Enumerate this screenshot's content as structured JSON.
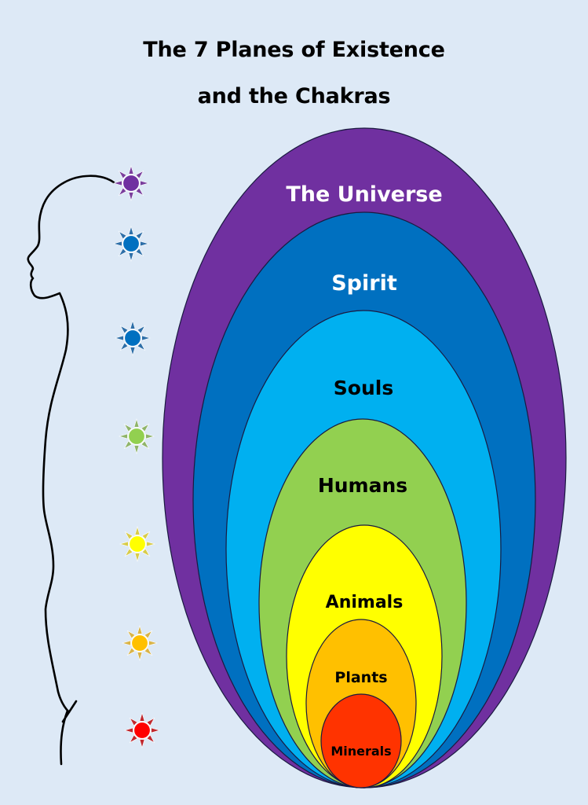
{
  "title": {
    "line1": "The 7 Planes of Existence",
    "line2": "and the Chakras"
  },
  "planes": [
    {
      "label": "The Universe",
      "fill": "#7030a0",
      "text_color": "#ffffff"
    },
    {
      "label": "Spirit",
      "fill": "#0070c0",
      "text_color": "#ffffff"
    },
    {
      "label": "Souls",
      "fill": "#00b0f0",
      "text_color": "#000000"
    },
    {
      "label": "Humans",
      "fill": "#92d050",
      "text_color": "#000000"
    },
    {
      "label": "Animals",
      "fill": "#ffff00",
      "text_color": "#000000"
    },
    {
      "label": "Plants",
      "fill": "#ffc000",
      "text_color": "#000000"
    },
    {
      "label": "Minerals",
      "fill": "#ff3300",
      "text_color": "#000000"
    }
  ],
  "chakras": [
    {
      "name": "crown",
      "color": "#7030a0",
      "ray_color": "#7a3e9d"
    },
    {
      "name": "third-eye",
      "color": "#0070c0",
      "ray_color": "#2e6fa8"
    },
    {
      "name": "throat",
      "color": "#0070c0",
      "ray_color": "#2e6fa8"
    },
    {
      "name": "heart",
      "color": "#92d050",
      "ray_color": "#8fb46a"
    },
    {
      "name": "solar-plexus",
      "color": "#ffff00",
      "ray_color": "#d8cc4a"
    },
    {
      "name": "sacral",
      "color": "#ffc000",
      "ray_color": "#d9b448"
    },
    {
      "name": "root",
      "color": "#ff0000",
      "ray_color": "#c0282e"
    }
  ],
  "figure": {
    "icon": "human-silhouette-icon"
  }
}
